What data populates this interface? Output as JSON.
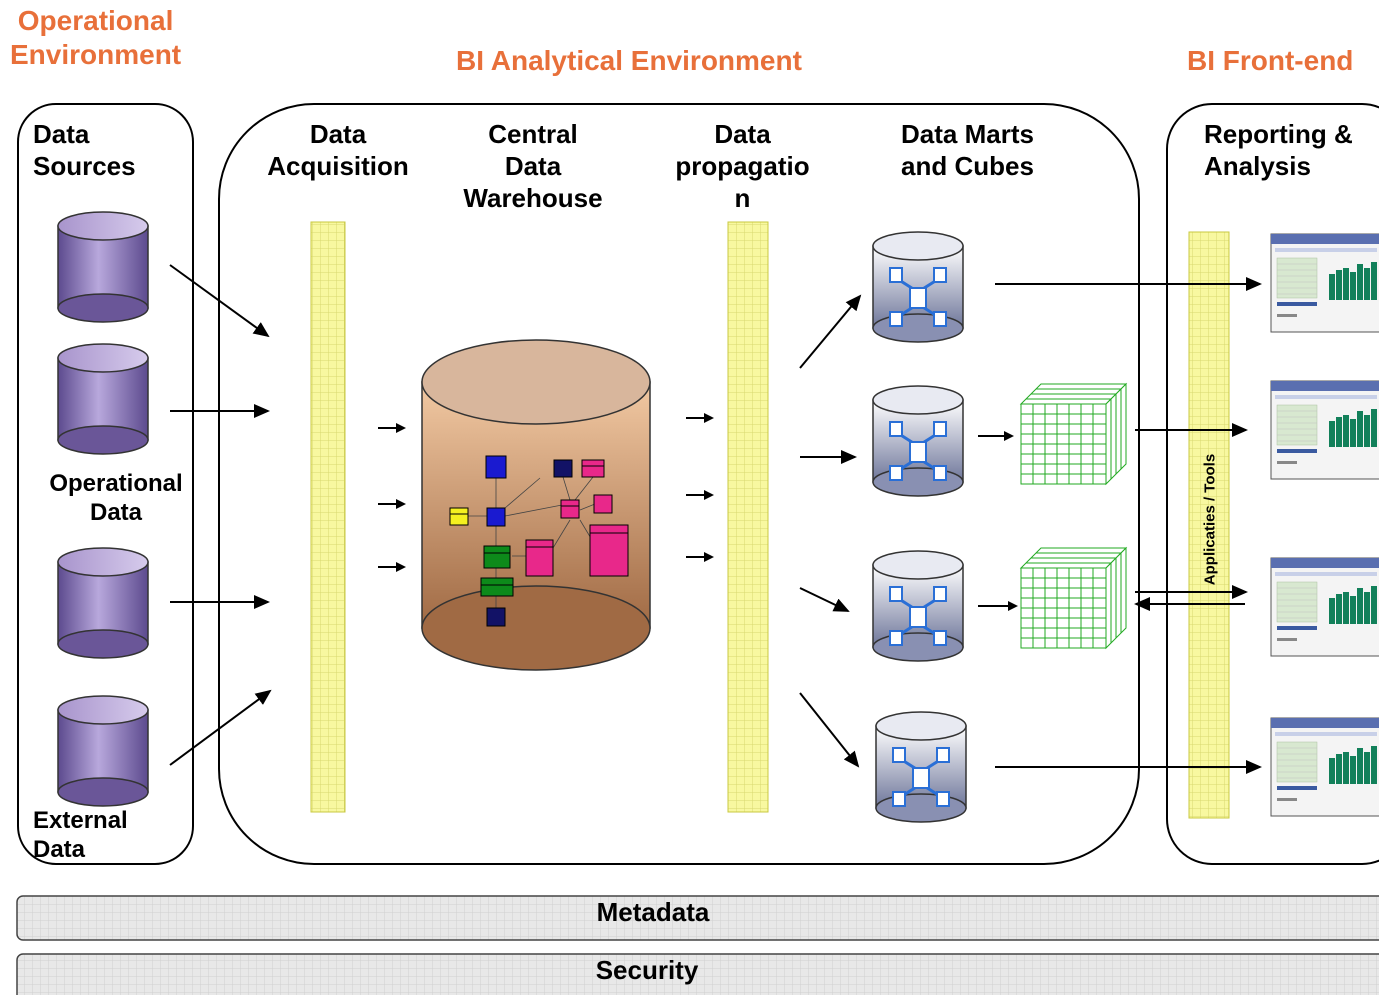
{
  "headings": {
    "operational": "Operational\nEnvironment",
    "analytical": "BI Analytical Environment",
    "frontend": "BI Front-end"
  },
  "columns": {
    "data_sources": "Data\nSources",
    "data_acquisition": "Data\nAcquisition",
    "central_dwh": "Central\nData\nWarehouse",
    "data_propagation": "Data\npropagatio\nn",
    "data_marts": "Data Marts\nand Cubes",
    "reporting": "Reporting &\nAnalysis"
  },
  "labels": {
    "operational_data": "Operational\nData",
    "external_data": "External\nData",
    "tools": "Applicaties / Tools"
  },
  "bands": {
    "metadata": "Metadata",
    "security": "Security"
  },
  "colors": {
    "heading": "#e8703a",
    "source_db": "#8c78b8",
    "staging_bar": "#f6f69a",
    "dwh": "#b5835c",
    "mart_db": "#7d86a8",
    "cube_lines": "#22aa22",
    "band_fill": "#e4e4e4"
  }
}
